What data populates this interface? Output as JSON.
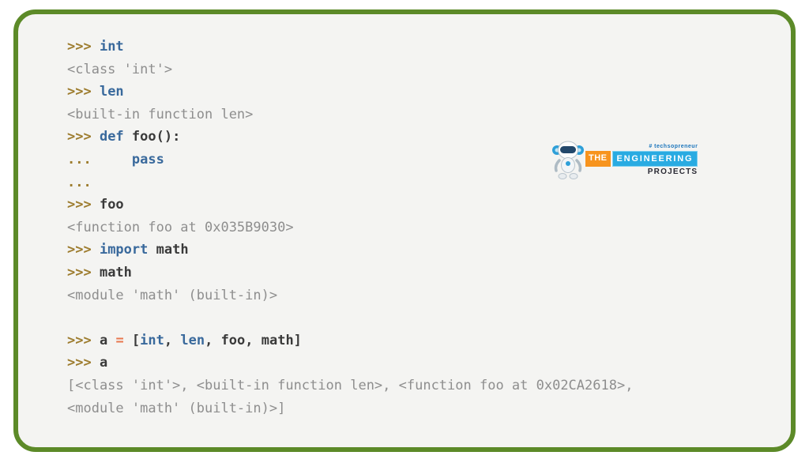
{
  "palette": {
    "frame_border_green": "#5c8a28",
    "frame_background": "#f4f4f2",
    "page_background": "#ffffff",
    "token_prompt": "#9d7c2e",
    "token_keyword_builtin": "#39699c",
    "token_plain": "#3a3a3a",
    "token_operator": "#e8774e",
    "token_output": "#8e8e8e",
    "logo_orange": "#f7941e",
    "logo_cyan": "#29abe2",
    "logo_hashtag_blue": "#1b75bc",
    "logo_projects_dark": "#2a2a34"
  },
  "code": {
    "lines": [
      [
        {
          "t": ">>> ",
          "c": "prompt"
        },
        {
          "t": "int",
          "c": "builtin"
        }
      ],
      [
        {
          "t": "<class 'int'>",
          "c": "output"
        }
      ],
      [
        {
          "t": ">>> ",
          "c": "prompt"
        },
        {
          "t": "len",
          "c": "builtin"
        }
      ],
      [
        {
          "t": "<built-in function len>",
          "c": "output"
        }
      ],
      [
        {
          "t": ">>> ",
          "c": "prompt"
        },
        {
          "t": "def",
          "c": "keyword"
        },
        {
          "t": " foo():",
          "c": "plain"
        }
      ],
      [
        {
          "t": "...",
          "c": "prompt"
        },
        {
          "t": "     ",
          "c": "plain"
        },
        {
          "t": "pass",
          "c": "keyword"
        }
      ],
      [
        {
          "t": "...",
          "c": "prompt"
        }
      ],
      [
        {
          "t": ">>> ",
          "c": "prompt"
        },
        {
          "t": "foo",
          "c": "plain"
        }
      ],
      [
        {
          "t": "<function foo at 0x035B9030>",
          "c": "output"
        }
      ],
      [
        {
          "t": ">>> ",
          "c": "prompt"
        },
        {
          "t": "import",
          "c": "keyword"
        },
        {
          "t": " math",
          "c": "plain"
        }
      ],
      [
        {
          "t": ">>> ",
          "c": "prompt"
        },
        {
          "t": "math",
          "c": "plain"
        }
      ],
      [
        {
          "t": "<module 'math' (built-in)>",
          "c": "output"
        }
      ],
      [],
      [
        {
          "t": ">>> ",
          "c": "prompt"
        },
        {
          "t": "a ",
          "c": "plain"
        },
        {
          "t": "=",
          "c": "operator"
        },
        {
          "t": " [",
          "c": "plain"
        },
        {
          "t": "int",
          "c": "builtin"
        },
        {
          "t": ", ",
          "c": "plain"
        },
        {
          "t": "len",
          "c": "builtin"
        },
        {
          "t": ", foo, math]",
          "c": "plain"
        }
      ],
      [
        {
          "t": ">>> ",
          "c": "prompt"
        },
        {
          "t": "a",
          "c": "plain"
        }
      ],
      [
        {
          "t": "[<class 'int'>, <built-in function len>, <function foo at 0x02CA2618>,",
          "c": "output"
        }
      ],
      [
        {
          "t": "<module 'math' (built-in)>]",
          "c": "output"
        }
      ]
    ]
  },
  "logo": {
    "hashtag": "# techsopreneur",
    "the": "THE",
    "engineering": "ENGINEERING",
    "projects": "PROJECTS"
  }
}
